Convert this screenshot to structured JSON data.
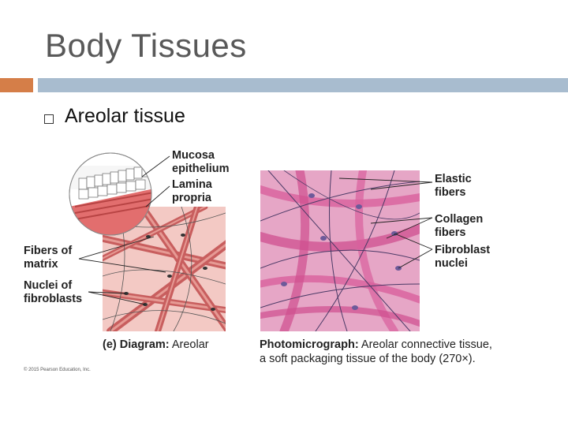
{
  "slide": {
    "title": "Body Tissues",
    "bullet": "Areolar tissue"
  },
  "figure": {
    "diagram_labels": {
      "mucosa_epithelium": "Mucosa epithelium",
      "lamina_propria": "Lamina propria",
      "fibers_of_matrix": "Fibers of matrix",
      "nuclei_of_fibroblasts": "Nuclei of fibroblasts"
    },
    "micrograph_labels": {
      "elastic_fibers": "Elastic fibers",
      "collagen_fibers": "Collagen fibers",
      "fibroblast_nuclei": "Fibroblast nuclei"
    },
    "diagram_caption_prefix": "(e) Diagram:",
    "diagram_caption_text": " Areolar",
    "photo_caption_prefix": "Photomicrograph:",
    "photo_caption_text": " Areolar connective tissue,",
    "photo_caption_line2": "a soft packaging tissue of the body (270×).",
    "copyright": "© 2015 Pearson Education, Inc."
  },
  "colors": {
    "title": "#595959",
    "accent_orange": "#d57e48",
    "accent_blue": "#a8bccf",
    "diagram_bg": "#f3c9c4",
    "micrograph_bg": "#e6a6c6"
  }
}
